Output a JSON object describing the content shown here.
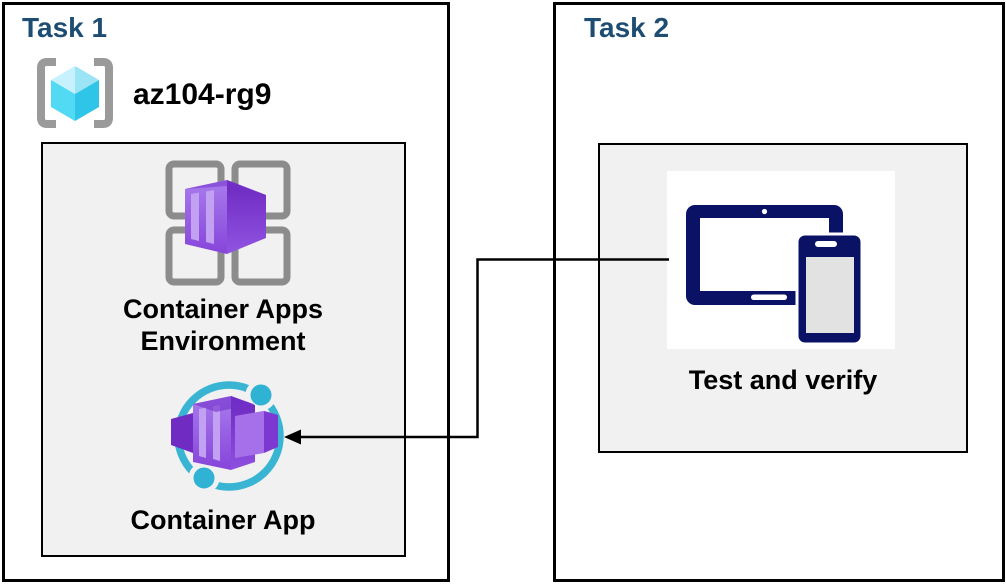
{
  "diagram": {
    "task1": {
      "title": "Task 1",
      "resource_group": {
        "name": "az104-rg9",
        "icon": "resource-group-icon"
      },
      "items": [
        {
          "id": "container-apps-environment",
          "label": "Container Apps Environment",
          "icon": "container-apps-environment-icon"
        },
        {
          "id": "container-app",
          "label": "Container App",
          "icon": "container-app-icon"
        }
      ]
    },
    "task2": {
      "title": "Task 2",
      "items": [
        {
          "id": "test-and-verify",
          "label": "Test and verify",
          "icon": "devices-icon"
        }
      ]
    },
    "connector": {
      "from": "Test and verify",
      "to": "Container App",
      "type": "elbow-arrow",
      "arrow_direction": "left-into-container-app"
    }
  },
  "colors": {
    "task_title": "#1D4D73",
    "box_border": "#000000",
    "panel_bg": "#F1F1F1",
    "label_text": "#000000",
    "purple_main": "#8747DC",
    "purple_dark": "#6C28BF",
    "purple_light": "#C2A0F2",
    "cyan_ring": "#39B5D3",
    "devices_navy": "#0A1266",
    "rg_cube_top": "#C7F2FD",
    "rg_cube_left": "#52D9F3",
    "rg_cube_right": "#2FC5E8",
    "bracket_gray": "#9A9A9A",
    "env_grid_gray": "#8C8C8C"
  }
}
